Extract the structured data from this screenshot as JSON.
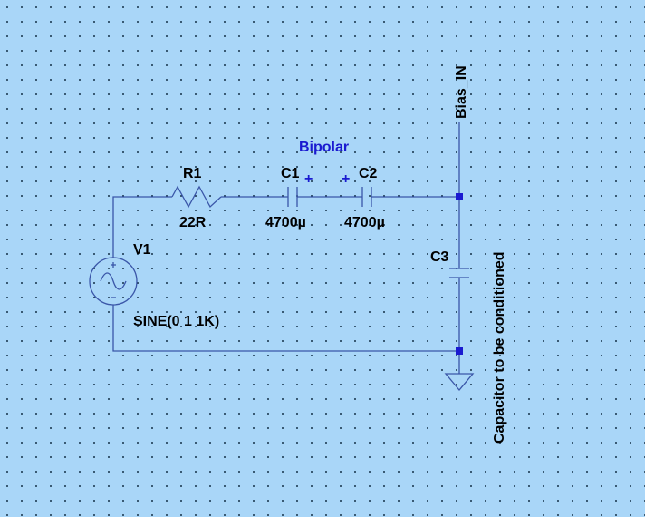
{
  "colors": {
    "background": "#a9d6f8",
    "wire": "#3a56a8",
    "label": "#000000",
    "annotation": "#1a1ad0"
  },
  "components": {
    "r1": {
      "name": "R1",
      "value": "22R"
    },
    "c1": {
      "name": "C1",
      "value": "4700µ",
      "polarity": "+"
    },
    "c2": {
      "name": "C2",
      "value": "4700µ",
      "polarity": "+"
    },
    "c3": {
      "name": "C3"
    },
    "v1": {
      "name": "V1",
      "value": "SINE(0 1 1K)"
    }
  },
  "annotations": {
    "bipolar": "Bipolar",
    "net_label": "Bias_IN",
    "note": "Capacitor to be conditioned"
  },
  "icons": {
    "source": "sine-voltage-source-icon",
    "ground": "ground-icon",
    "resistor": "resistor-icon",
    "capacitor": "capacitor-icon"
  }
}
